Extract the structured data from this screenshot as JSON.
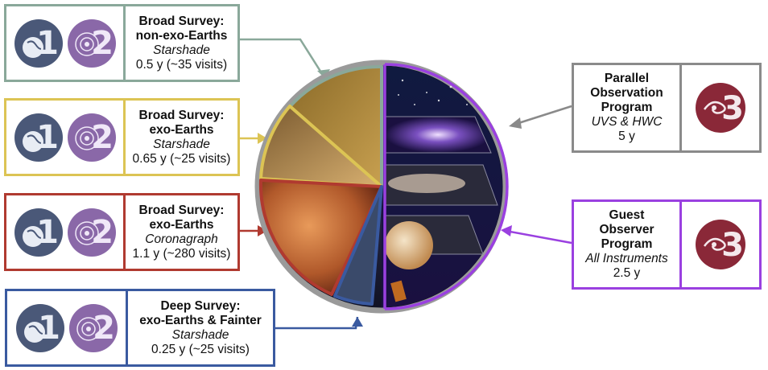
{
  "left_programs": [
    {
      "title1": "Broad Survey:",
      "title2": "non-exo-Earths",
      "instrument": "Starshade",
      "duration": "0.5 y (~35 visits)",
      "color": "#8aa89a",
      "badges": [
        "1",
        "2"
      ]
    },
    {
      "title1": "Broad Survey:",
      "title2": "exo-Earths",
      "instrument": "Starshade",
      "duration": "0.65 y (~25 visits)",
      "color": "#dcc454",
      "badges": [
        "1",
        "2"
      ]
    },
    {
      "title1": "Broad Survey:",
      "title2": "exo-Earths",
      "instrument": "Coronagraph",
      "duration": "1.1 y (~280 visits)",
      "color": "#b03a30",
      "badges": [
        "1",
        "2"
      ]
    },
    {
      "title1": "Deep Survey:",
      "title2": "exo-Earths & Fainter",
      "instrument": "Starshade",
      "duration": "0.25 y (~25 visits)",
      "color": "#3a5aa0",
      "badges": [
        "1",
        "2"
      ]
    }
  ],
  "right_programs": [
    {
      "title1": "Parallel",
      "title2": "Observation",
      "title3": "Program",
      "instrument": "UVS & HWC",
      "duration": "5 y",
      "color": "#8a8a8a",
      "badge": "3"
    },
    {
      "title1": "Guest",
      "title2": "Observer",
      "title3": "Program",
      "instrument": "All Instruments",
      "duration": "2.5 y",
      "color": "#9a40e0",
      "badge": "3"
    }
  ],
  "colors": {
    "planet_badge": "#4a5878",
    "orbit_badge": "#8a68a8",
    "galaxy_badge": "#8a2838",
    "ring": "#9a9a9a"
  }
}
